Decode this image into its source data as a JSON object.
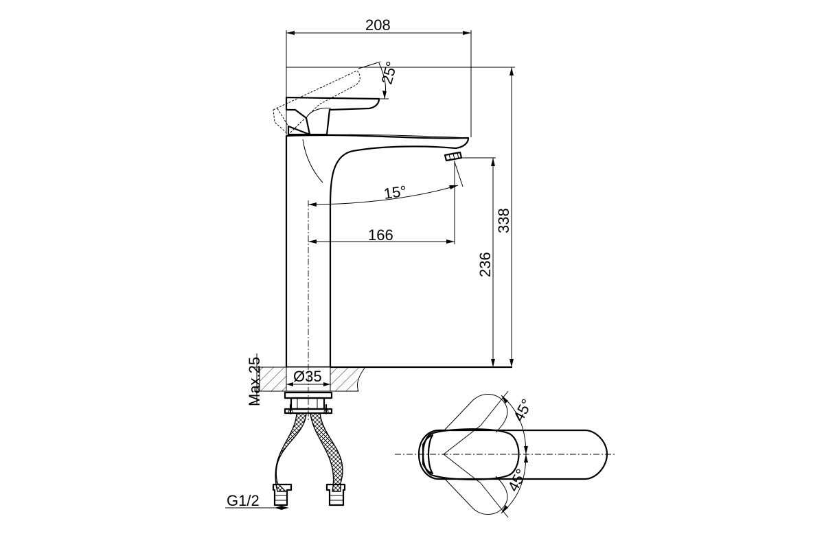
{
  "dimensions": {
    "overall_reach": "208",
    "lever_angle": "25°",
    "spout_swivel_angle": "15°",
    "spout_reach": "166",
    "spout_height": "236",
    "total_height": "338",
    "max_counter_thickness": "Max.25",
    "mounting_hole": "Ø35",
    "connection_thread": "G1/2",
    "handle_rotation_upper": "45°",
    "handle_rotation_lower": "45°"
  }
}
